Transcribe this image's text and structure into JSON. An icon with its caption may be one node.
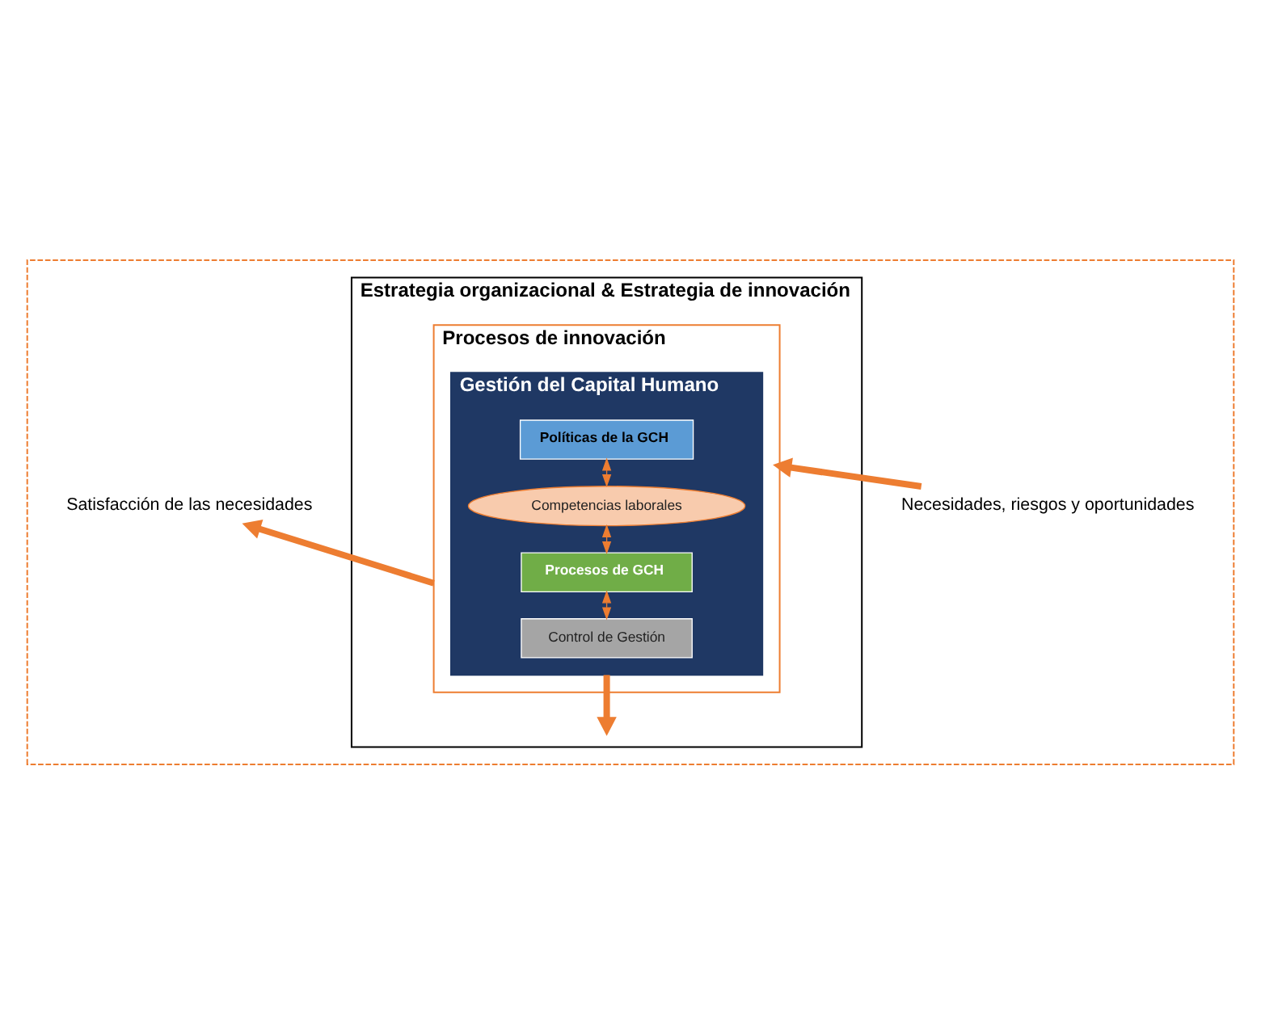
{
  "diagram": {
    "nodes": [
      {
        "text": [],
        "shape": "box"
      },
      {
        "text": [
          "Estrategia organizacional & Estrategia de innovación"
        ],
        "in": 0
      },
      {
        "text": [
          "Procesos de innovación"
        ],
        "in": 1
      },
      {
        "text": [
          "Gestión del Capital Humano"
        ],
        "in": 2
      },
      {
        "text": [
          "Políticas de la GCH"
        ],
        "in": 3
      },
      {
        "text": [
          "Competencias laborales"
        ],
        "in": 3
      },
      {
        "text": [
          "Procesos de GCH"
        ],
        "in": 3
      },
      {
        "text": [
          "Control de Gestión"
        ],
        "in": 3
      },
      {
        "text": [
          "Necesidades, riesgos y oportunidades"
        ],
        "in": 0
      },
      {
        "text": [
          "Satisfacción de las necesidades"
        ],
        "in": 0
      }
    ],
    "edges": [
      {
        "from": 4,
        "to": 5,
        "arrow": "both"
      },
      {
        "from": 5,
        "to": 6,
        "arrow": "both"
      },
      {
        "from": 6,
        "to": 7,
        "arrow": "both"
      },
      {
        "from": 8,
        "to": 2,
        "arrow": "to",
        "style": "thick"
      },
      {
        "from": 2,
        "to": 9,
        "arrow": "to",
        "style": "thick"
      },
      {
        "from": 3,
        "to": null,
        "arrow": "to",
        "style": "thick"
      }
    ]
  }
}
